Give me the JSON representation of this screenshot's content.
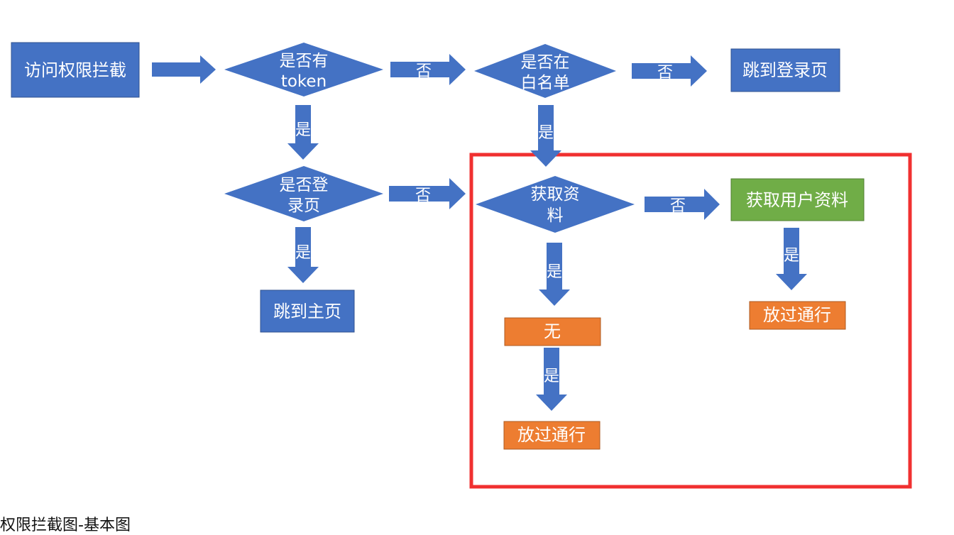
{
  "colors": {
    "blue": "#4472c4",
    "blue_stroke": "#2f528f",
    "green": "#70ad47",
    "green_stroke": "#507e32",
    "orange": "#ed7d31",
    "orange_stroke": "#ae5a21",
    "highlight": "#f03030"
  },
  "nodes": {
    "access": "访问权限拦截",
    "has_token": [
      "是否有",
      "token"
    ],
    "whitelist": [
      "是否在",
      "白名单"
    ],
    "goto_login": "跳到登录页",
    "is_login_page": [
      "是否登",
      "录页"
    ],
    "get_profile": [
      "获取资",
      "料"
    ],
    "fetch_user_profile": "获取用户资料",
    "goto_home": "跳到主页",
    "none": "无",
    "pass_left": "放过通行",
    "pass_right": "放过通行"
  },
  "edge_labels": {
    "no": "否",
    "yes": "是"
  },
  "caption": "权限拦截图-基本图"
}
